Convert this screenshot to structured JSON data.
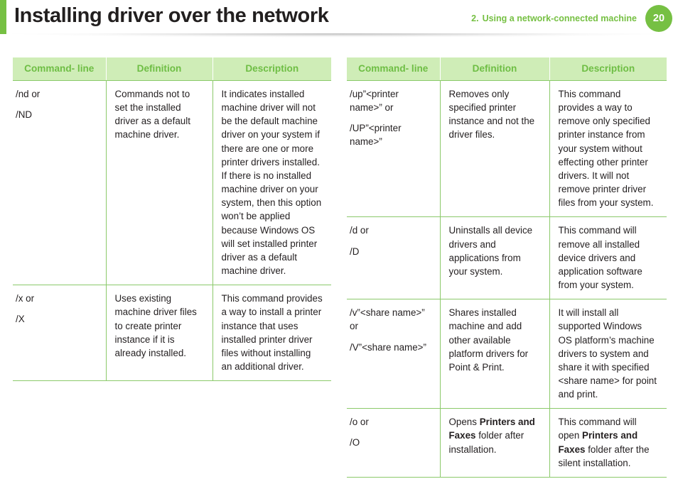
{
  "header": {
    "title": "Installing driver over the network",
    "breadcrumb_number": "2.",
    "breadcrumb_label": "Using a network-connected machine",
    "page_number": "20",
    "accent_color": "#76c043"
  },
  "table_headers": {
    "command_line": "Command- line",
    "definition": "Definition",
    "description": "Description"
  },
  "left_table": {
    "rows": [
      {
        "command_lines": [
          "/nd or",
          "/ND"
        ],
        "definition": "Commands not to set the installed driver as a default machine driver.",
        "description": "It indicates installed machine driver will not be the default machine driver on your system if there are one or more printer drivers installed. If there is no installed machine driver on your system, then this option won’t be applied because Windows OS will set installed printer driver as a default machine driver."
      },
      {
        "command_lines": [
          "/x or",
          "/X"
        ],
        "definition": "Uses existing machine driver files to create printer instance if it is already installed.",
        "description": "This command provides a way to install a printer instance that uses installed printer driver files without installing an additional driver."
      }
    ]
  },
  "right_table": {
    "rows": [
      {
        "command_lines": [
          "/up”<printer name>” or",
          "/UP”<printer name>”"
        ],
        "definition": "Removes only specified printer instance and not the driver files.",
        "description": "This command provides a way to remove only specified printer instance from your system without effecting other printer drivers. It will not remove printer driver files from your system."
      },
      {
        "command_lines": [
          "/d or",
          "/D"
        ],
        "definition": "Uninstalls all device drivers and applications from your system.",
        "description": "This command will remove all installed device drivers and application software from your system."
      },
      {
        "command_lines": [
          "/v”<share name>” or",
          "/V”<share name>”"
        ],
        "definition": "Shares installed machine and add other available platform drivers for Point & Print.",
        "description": "It will install all supported Windows OS platform’s machine drivers to system and share it with specified <share name> for point and print."
      },
      {
        "command_lines": [
          "/o or",
          "/O"
        ],
        "definition_html": "Opens <b>Printers and Faxes</b> folder after installation.",
        "description_html": "This command will open <b>Printers and Faxes</b> folder after the silent installation."
      }
    ]
  }
}
